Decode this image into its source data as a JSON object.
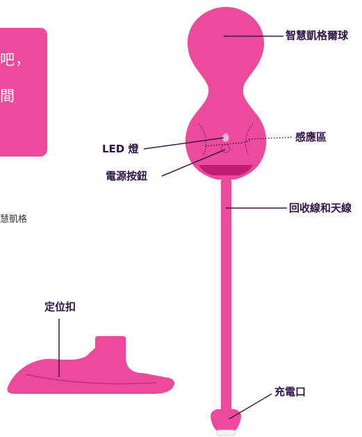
{
  "callout": {
    "lines": [
      "吧，",
      "間"
    ]
  },
  "side_text": "慧凱格",
  "labels": {
    "main": "智慧凱格爾球",
    "sensor": "感應區",
    "led": "LED 燈",
    "power": "電源按鈕",
    "antenna": "回收線和天線",
    "clip": "定位扣",
    "charge": "充電口"
  },
  "colors": {
    "body": "#ec4a9b",
    "callout": "#ec4a9b",
    "label_text": "#2e1148",
    "leader": "#3a1850"
  }
}
